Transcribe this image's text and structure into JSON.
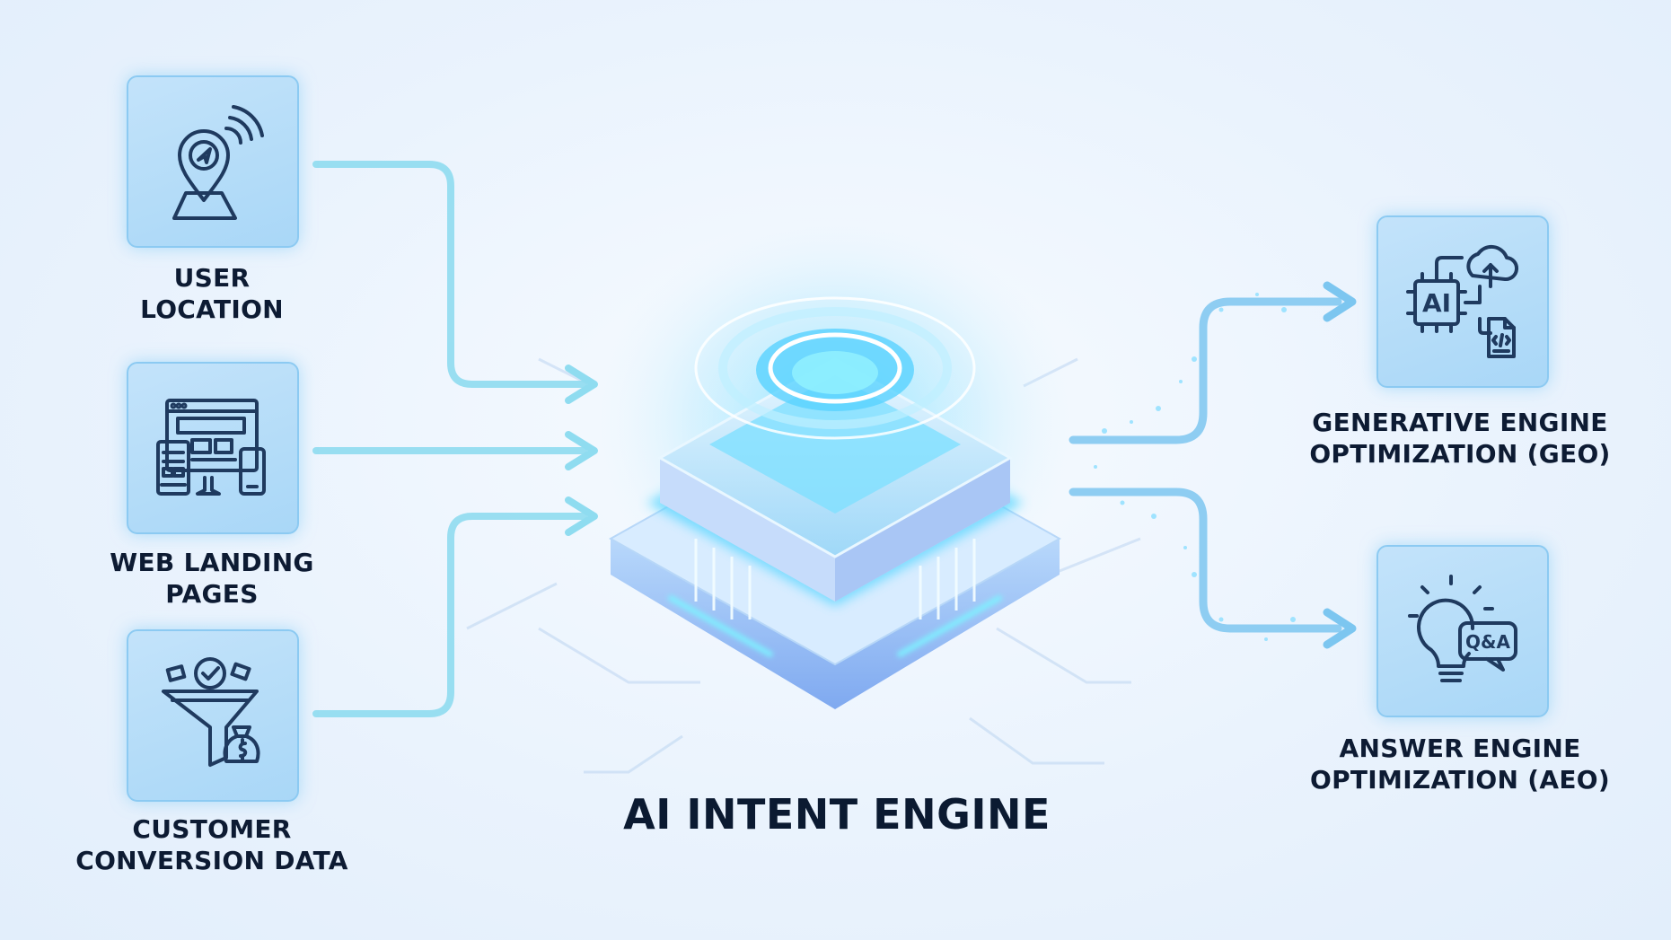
{
  "inputs": [
    {
      "id": "user-location",
      "lines": [
        "USER",
        "LOCATION"
      ],
      "icon": "location-pin-icon"
    },
    {
      "id": "web-landing-pages",
      "lines": [
        "WEB LANDING",
        "PAGES"
      ],
      "icon": "web-devices-icon"
    },
    {
      "id": "customer-conversion-data",
      "lines": [
        "CUSTOMER",
        "CONVERSION DATA"
      ],
      "icon": "conversion-funnel-icon"
    }
  ],
  "engine": {
    "title": "AI INTENT ENGINE",
    "icon": "ai-chip-icon"
  },
  "outputs": [
    {
      "id": "geo",
      "lines": [
        "GENERATIVE ENGINE",
        "OPTIMIZATION (GEO)"
      ],
      "icon": "ai-cloud-code-icon",
      "chip_text": "AI"
    },
    {
      "id": "aeo",
      "lines": [
        "ANSWER ENGINE",
        "OPTIMIZATION (AEO)"
      ],
      "icon": "lightbulb-qa-icon",
      "bubble_text": "Q&A"
    }
  ],
  "colors": {
    "card_fill": "#a9d7f7",
    "card_border": "#8ccaf2",
    "flow_line": "#8fdcf0",
    "output_arrow": "#7cc6f0",
    "icon_stroke": "#1f3a5f",
    "text": "#0d1b33",
    "glow": "#5fd0ff"
  }
}
